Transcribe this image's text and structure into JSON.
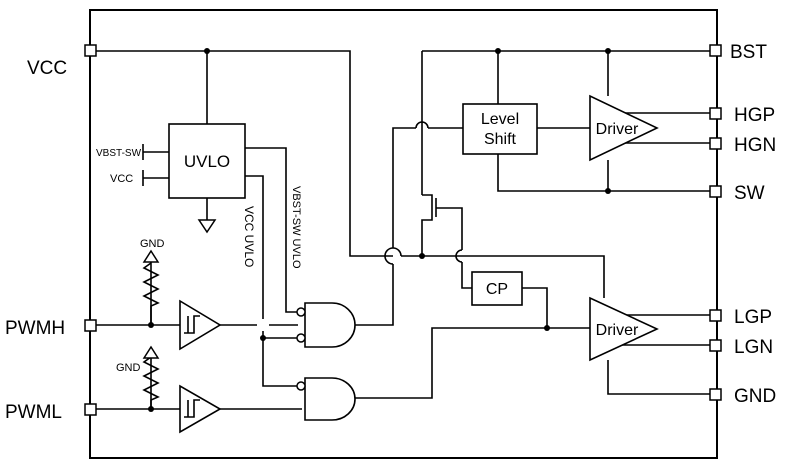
{
  "pins": {
    "vcc": "VCC",
    "pwmh": "PWMH",
    "pwml": "PWML",
    "bst": "BST",
    "hgp": "HGP",
    "hgn": "HGN",
    "sw": "SW",
    "lgp": "LGP",
    "lgn": "LGN",
    "gnd": "GND"
  },
  "blocks": {
    "uvlo": "UVLO",
    "level_shift_line1": "Level",
    "level_shift_line2": "Shift",
    "driver_high": "Driver",
    "driver_low": "Driver",
    "cp": "CP"
  },
  "labels": {
    "vbst_sw_input": "VBST-SW",
    "vcc_input": "VCC",
    "gnd_top": "GND",
    "gnd_bottom": "GND",
    "vcc_uvlo": "VCC UVLO",
    "vbst_sw_uvlo": "VBST-SW UVLO"
  }
}
